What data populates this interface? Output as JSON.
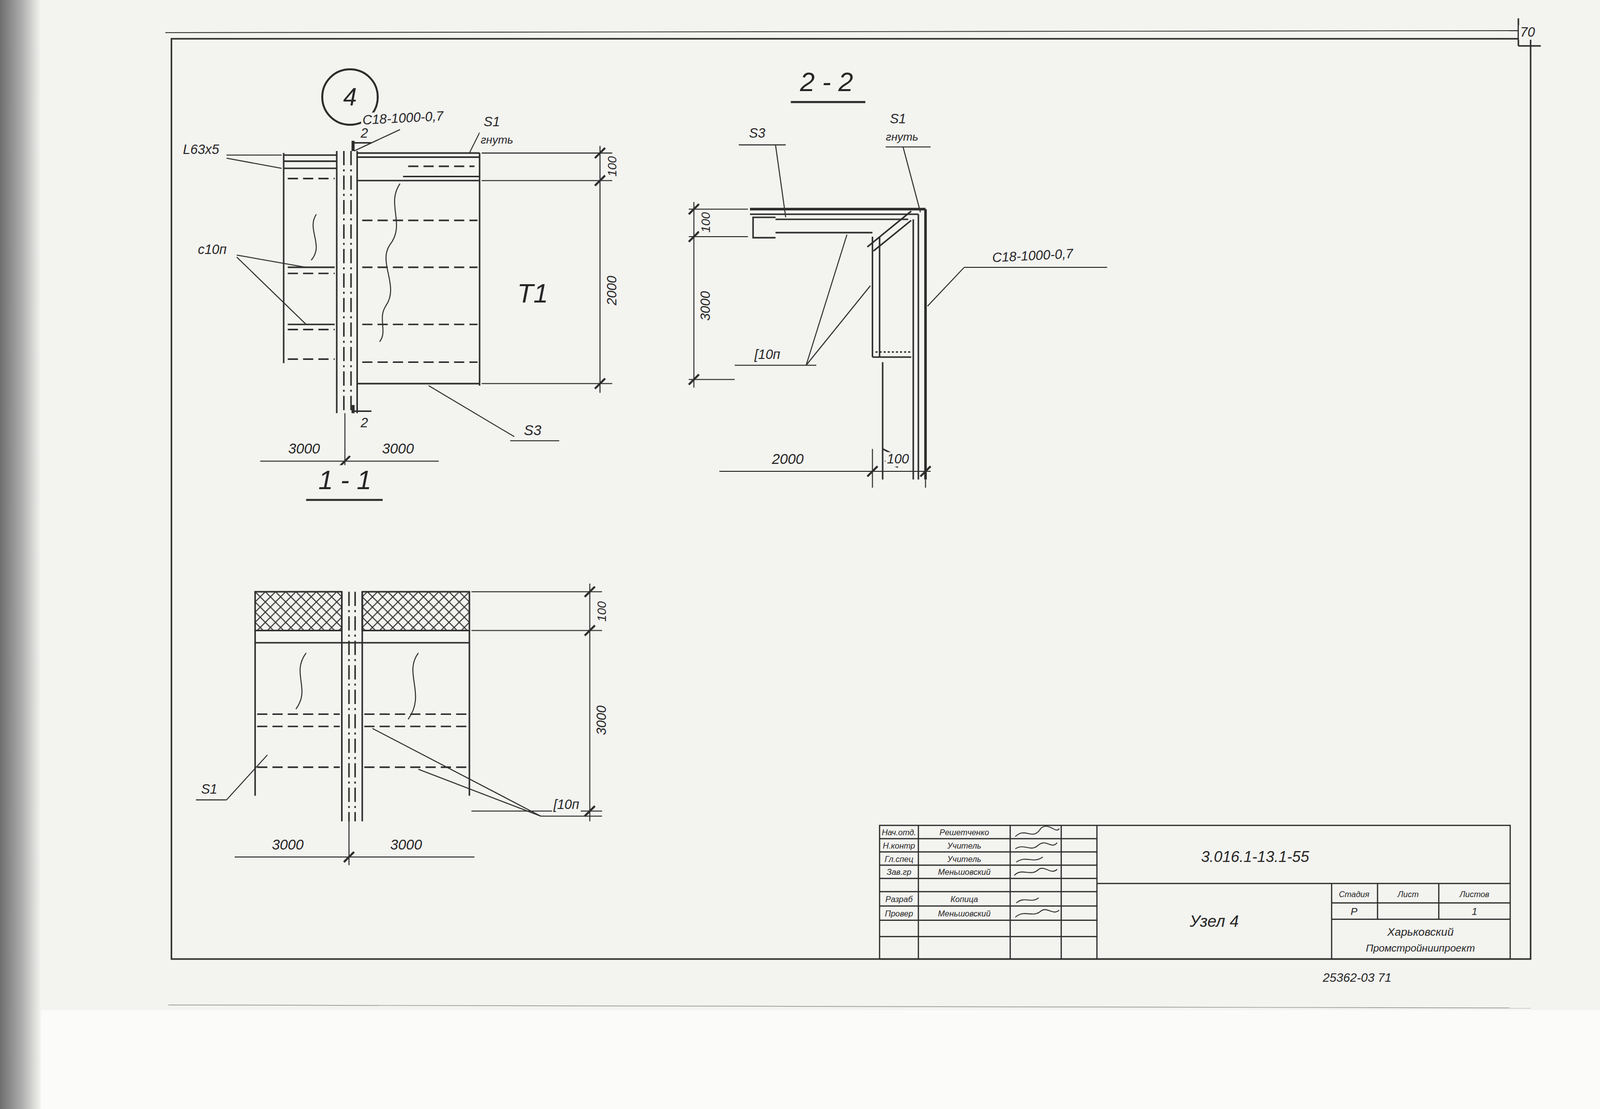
{
  "diagram": {
    "nodes": [
      {
        "text": [
          "4"
        ]
      }
    ],
    "labels": [
      "70",
      "С18-1000-0,7",
      "S1",
      "гнуть",
      "L63x5",
      "2",
      "с10п",
      "Т1",
      "100",
      "2000",
      "2",
      "3000",
      "3000",
      "S3",
      "1 - 1",
      "2 - 2",
      "S3",
      "S1",
      "гнуть",
      "100",
      "3000",
      "С18-1000-0,7",
      "[10п",
      "2000",
      "100",
      "100",
      "3000",
      "S1",
      "[10п",
      "3000",
      "3000",
      "Нач.отд.",
      "Решетченко",
      "Н.контр",
      "Учитель",
      "Гл.спец",
      "Учитель",
      "Зав.гр",
      "Меньшовский",
      "Разраб",
      "Копица",
      "Провер",
      "Меньшовский",
      "3.016.1-13.1-55",
      "Узел 4",
      "Стадия",
      "Лист",
      "Листов",
      "Р",
      "1",
      "Харьковский",
      "Промстройниипроект",
      "25362-03 71"
    ]
  }
}
